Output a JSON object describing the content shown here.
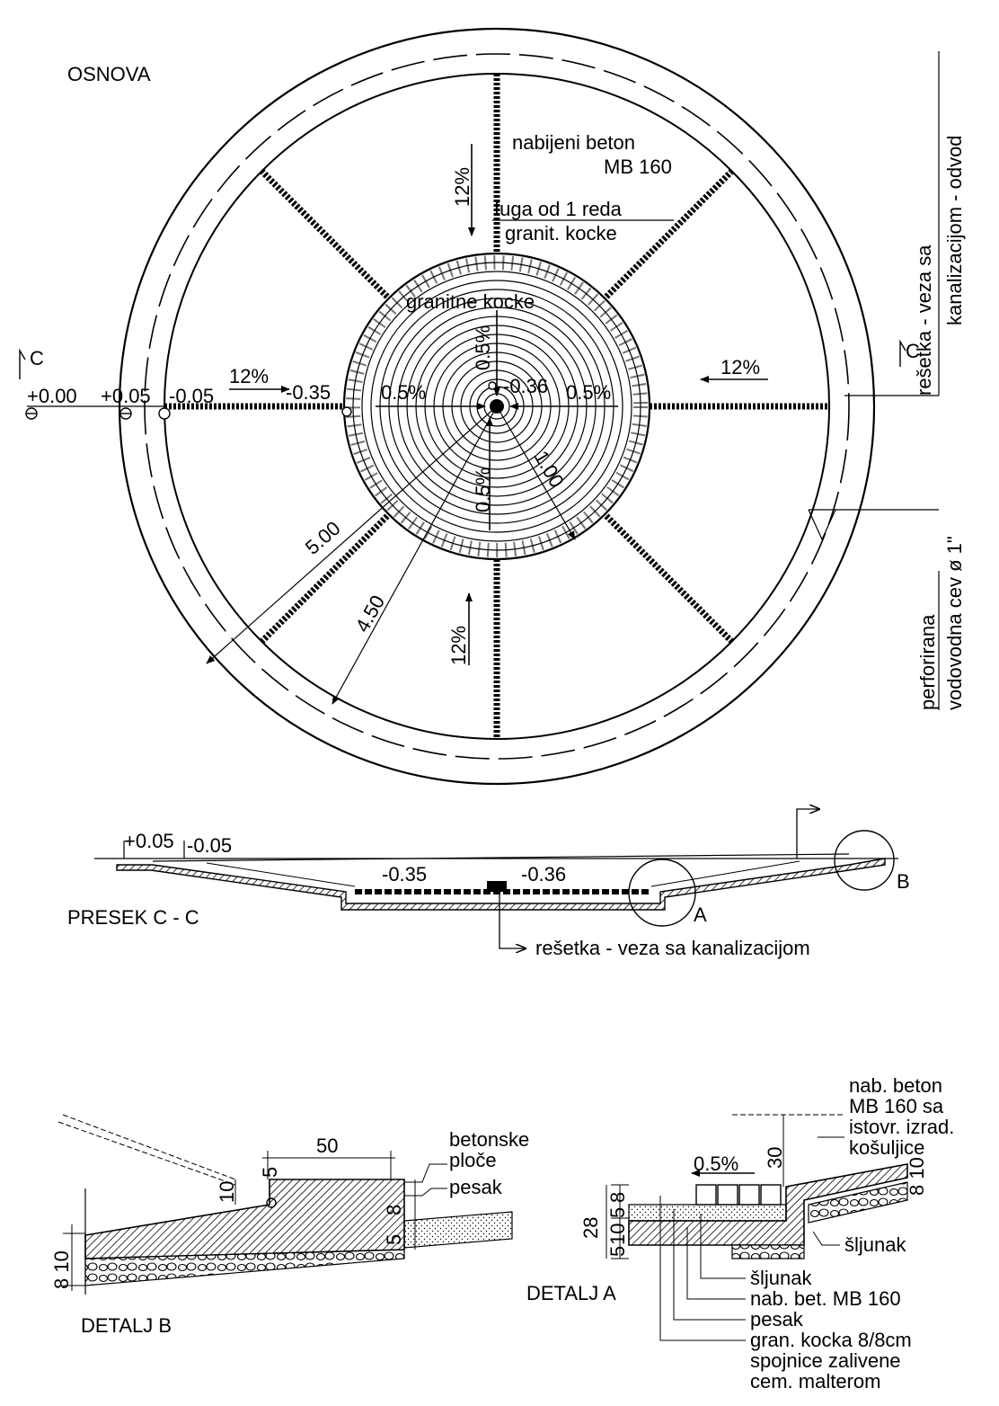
{
  "plan": {
    "title": "OSNOVA",
    "concrete_l1": "nabijeni beton",
    "concrete_l2": "MB 160",
    "joint_l1": "fuga od 1 reda",
    "joint_l2": "granit. kocke",
    "granite": "granitne kocke",
    "slope_12_top": "12%",
    "slope_12_left": "12%",
    "slope_12_right": "12%",
    "slope_12_bottom": "12%",
    "slope_05_left": "0.5%",
    "slope_05_right": "0.5%",
    "slope_05_top": "0.5%",
    "slope_05_bottom": "0.5%",
    "lvl_000": "+0.00",
    "lvl_005": "+0.05",
    "lvl_m005": "-0.05",
    "lvl_m035": "-0.35",
    "lvl_m036": "-0.36",
    "dim_500": "5.00",
    "dim_450": "4.50",
    "dim_100": "1.00",
    "cut_left": "C",
    "cut_right": "C",
    "grate_l1": "rešetka - veza sa",
    "grate_l2": "kanalizacijom - odvod",
    "pipe_l1": "perforirana",
    "pipe_l2": "vodovodna cev ø 1\""
  },
  "section": {
    "title": "PRESEK C - C",
    "lvl_005": "+0.05",
    "lvl_m005": "-0.05",
    "lvl_m035": "-0.35",
    "lvl_m036": "-0.36",
    "mark_a": "A",
    "mark_b": "B",
    "grate": "rešetka - veza sa kanalizacijom"
  },
  "detail_b": {
    "title": "DETALJ B",
    "dim_50": "50",
    "dim_5": "5",
    "dim_10": "10",
    "dim_8": "8",
    "dim_5b": "5",
    "dim_810": "8 10",
    "label_plates_l1": "betonske",
    "label_plates_l2": "ploče",
    "label_sand": "pesak"
  },
  "detail_a": {
    "title": "DETALJ A",
    "slope": "0.5%",
    "dim_30": "30",
    "dim_28": "28",
    "dim_5": "5",
    "dim_10": "10",
    "dim_5b": "5",
    "dim_8": "8",
    "dim_810": "8 10",
    "conc_l1": "nab. beton",
    "conc_l2": "MB 160 sa",
    "conc_l3": "istovr. izrad.",
    "conc_l4": "košuljice",
    "gravel_right": "šljunak",
    "leg_gravel": "šljunak",
    "leg_concrete": "nab. bet. MB 160",
    "leg_sand": "pesak",
    "leg_cube": "gran. kocka 8/8cm",
    "leg_joint_l1": "spojnice zalivene",
    "leg_joint_l2": "cem. malterom"
  }
}
